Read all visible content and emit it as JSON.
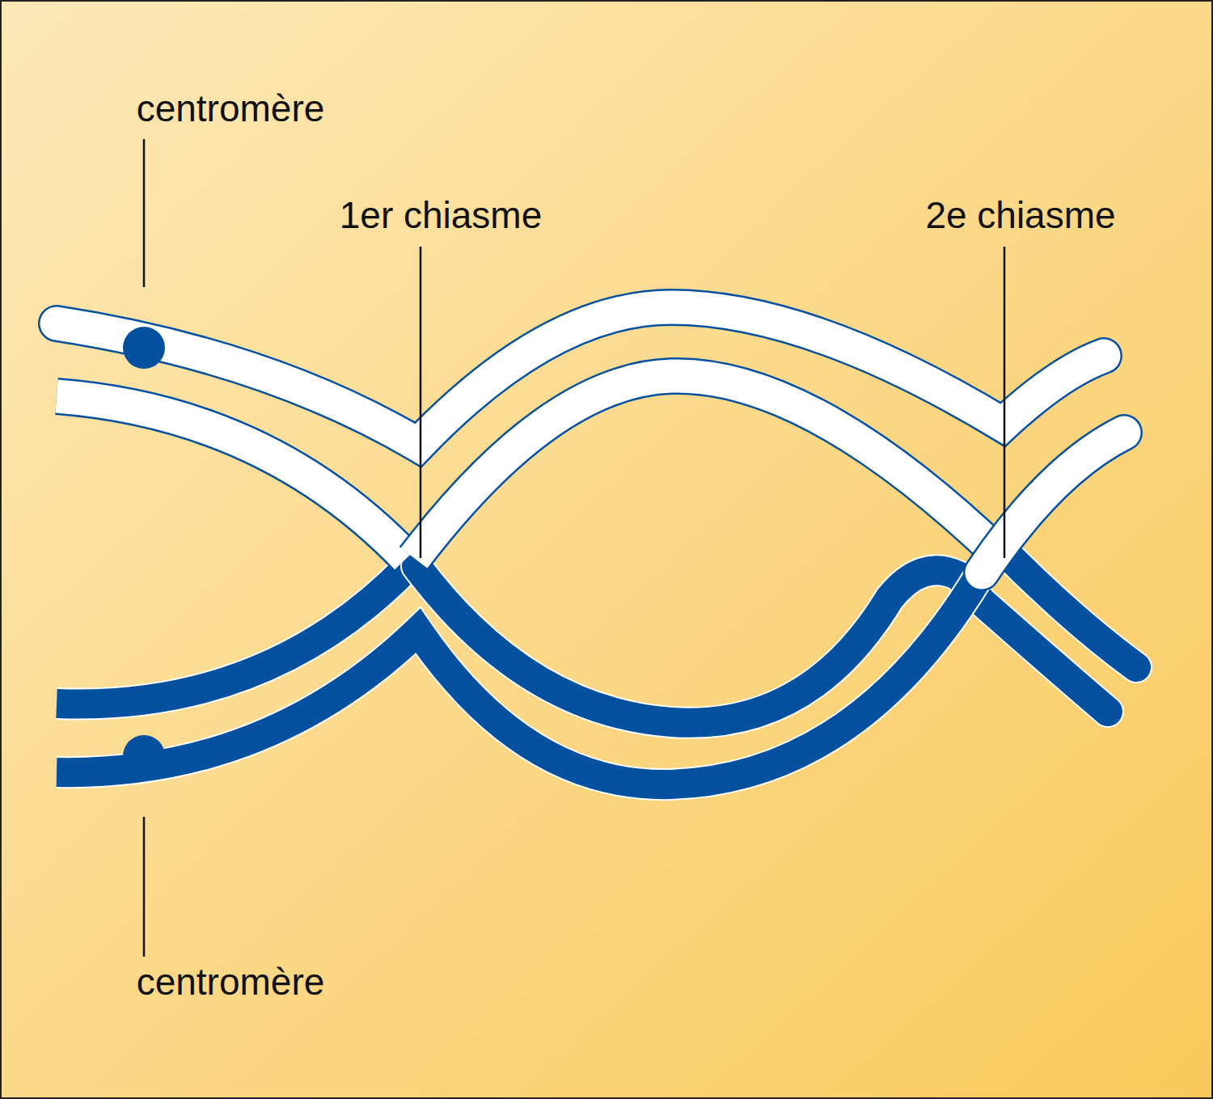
{
  "diagram": {
    "labels": [
      "centromère",
      "1er chiasme",
      "2e chiasme",
      "centromère"
    ]
  }
}
